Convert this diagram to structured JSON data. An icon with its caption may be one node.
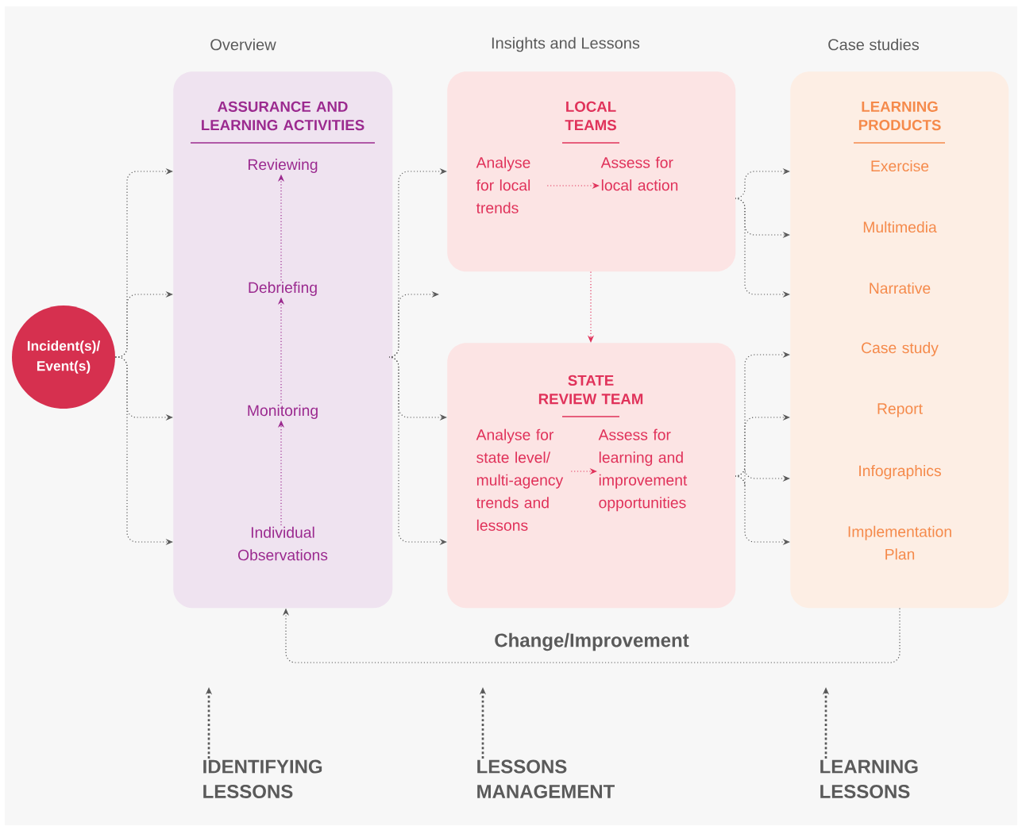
{
  "diagram": {
    "nodes": [
      {
        "text": [
          "Incident(s)/ Event(s)"
        ]
      },
      {
        "text": [
          "ASSURANCE AND LEARNING ACTIVITIES"
        ]
      },
      {
        "text": [
          "Reviewing"
        ],
        "in": 1
      },
      {
        "text": [
          "Debriefing"
        ],
        "in": 1
      },
      {
        "text": [
          "Monitoring"
        ],
        "in": 1
      },
      {
        "text": [
          "Individual Observations"
        ],
        "in": 1
      },
      {
        "text": [
          "LOCAL TEAMS"
        ]
      },
      {
        "text": [
          "Analyse for local trends"
        ],
        "in": 6
      },
      {
        "text": [
          "Assess for local action"
        ],
        "in": 6
      },
      {
        "text": [
          "STATE REVIEW TEAM"
        ]
      },
      {
        "text": [
          "Analyse for state level/ multi-agency trends and lessons"
        ],
        "in": 9
      },
      {
        "text": [
          "Assess for learning and improvement opportunities"
        ],
        "in": 9
      },
      {
        "text": [
          "LEARNING PRODUCTS"
        ]
      },
      {
        "text": [
          "Exercise"
        ],
        "in": 12
      },
      {
        "text": [
          "Multimedia"
        ],
        "in": 12
      },
      {
        "text": [
          "Narrative"
        ],
        "in": 12
      },
      {
        "text": [
          "Case study"
        ],
        "in": 12
      },
      {
        "text": [
          "Report"
        ],
        "in": 12
      },
      {
        "text": [
          "Infographics"
        ],
        "in": 12
      },
      {
        "text": [
          "Implementation Plan"
        ],
        "in": 12
      },
      {
        "text": [
          "IDENTIFYING LESSONS"
        ]
      },
      {
        "text": [
          "LESSONS MANAGEMENT"
        ]
      },
      {
        "text": [
          "LEARNING LESSONS"
        ]
      }
    ],
    "edges": [
      {
        "from": 0,
        "to": 1,
        "arrow": "to"
      },
      {
        "from": 0,
        "to": 1,
        "arrow": "to"
      },
      {
        "from": 0,
        "to": 1,
        "arrow": "to"
      },
      {
        "from": 0,
        "to": 1,
        "arrow": "to"
      },
      {
        "from": 1,
        "to": 6,
        "arrow": "to"
      },
      {
        "from": 1,
        "to": null,
        "arrow": "to"
      },
      {
        "from": 1,
        "to": 9,
        "arrow": "to"
      },
      {
        "from": 1,
        "to": 9,
        "arrow": "to"
      },
      {
        "from": 6,
        "to": 9,
        "arrow": "to",
        "color": "#e0325a"
      },
      {
        "from": 6,
        "to": 12,
        "arrow": "to"
      },
      {
        "from": 6,
        "to": 12,
        "arrow": "to"
      },
      {
        "from": 6,
        "to": 12,
        "arrow": "to"
      },
      {
        "from": 9,
        "to": 12,
        "arrow": "to"
      },
      {
        "from": 9,
        "to": 12,
        "arrow": "to"
      },
      {
        "from": 9,
        "to": 12,
        "arrow": "to"
      },
      {
        "from": 9,
        "to": 12,
        "arrow": "to"
      },
      {
        "from": 5,
        "to": 4,
        "arrow": "to",
        "color": "#9b2a8f"
      },
      {
        "from": 4,
        "to": 3,
        "arrow": "to",
        "color": "#9b2a8f"
      },
      {
        "from": 3,
        "to": 2,
        "arrow": "to",
        "color": "#9b2a8f"
      },
      {
        "from": 7,
        "to": 8,
        "arrow": "to",
        "color": "#e0325a"
      },
      {
        "from": 10,
        "to": 11,
        "arrow": "to",
        "color": "#e0325a"
      },
      {
        "from": 12,
        "to": 1,
        "arrow": "to",
        "label": "Change/Improvement"
      },
      {
        "from": 20,
        "to": null,
        "arrow": "to",
        "style": "dashed"
      },
      {
        "from": 21,
        "to": null,
        "arrow": "to",
        "style": "dashed"
      },
      {
        "from": 22,
        "to": null,
        "arrow": "to",
        "style": "dashed"
      }
    ],
    "labels": [
      "Overview",
      "Insights and Lessons",
      "Case studies"
    ]
  }
}
